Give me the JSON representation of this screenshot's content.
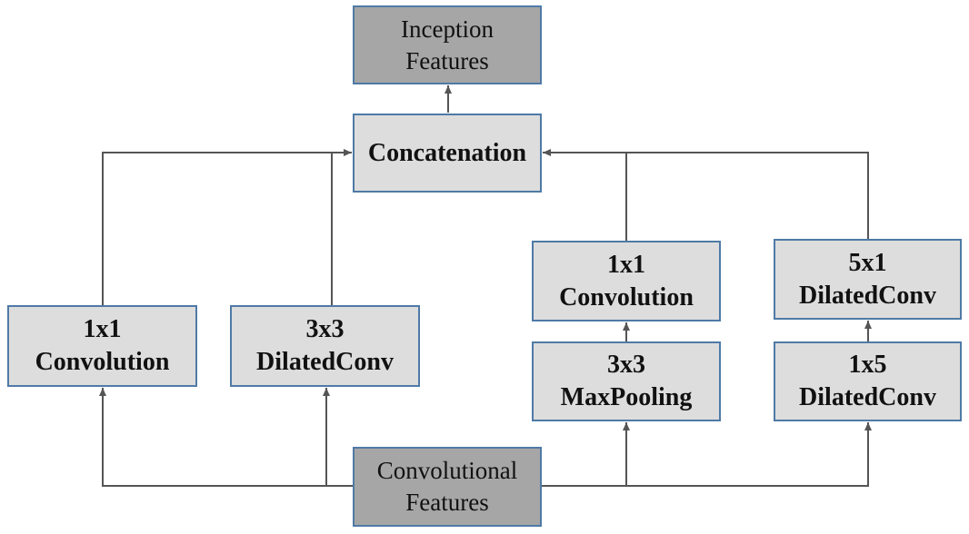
{
  "diagram": {
    "connector_color": "#555555",
    "box_border_color": "#4f7aa6",
    "light_fill": "#dddddd",
    "dark_fill": "#a6a6a6",
    "nodes": {
      "inception": {
        "line1": "Inception",
        "line2": "Features"
      },
      "concat": {
        "line1": "Concatenation"
      },
      "conv1x1_left": {
        "line1": "1x1",
        "line2": "Convolution"
      },
      "dilated3x3": {
        "line1": "3x3",
        "line2": "DilatedConv"
      },
      "conv1x1_right": {
        "line1": "1x1",
        "line2": "Convolution"
      },
      "maxpool3x3": {
        "line1": "3x3",
        "line2": "MaxPooling"
      },
      "dilated5x1": {
        "line1": "5x1",
        "line2": "DilatedConv"
      },
      "dilated1x5": {
        "line1": "1x5",
        "line2": "DilatedConv"
      },
      "conv_features": {
        "line1": "Convolutional",
        "line2": "Features"
      }
    }
  }
}
